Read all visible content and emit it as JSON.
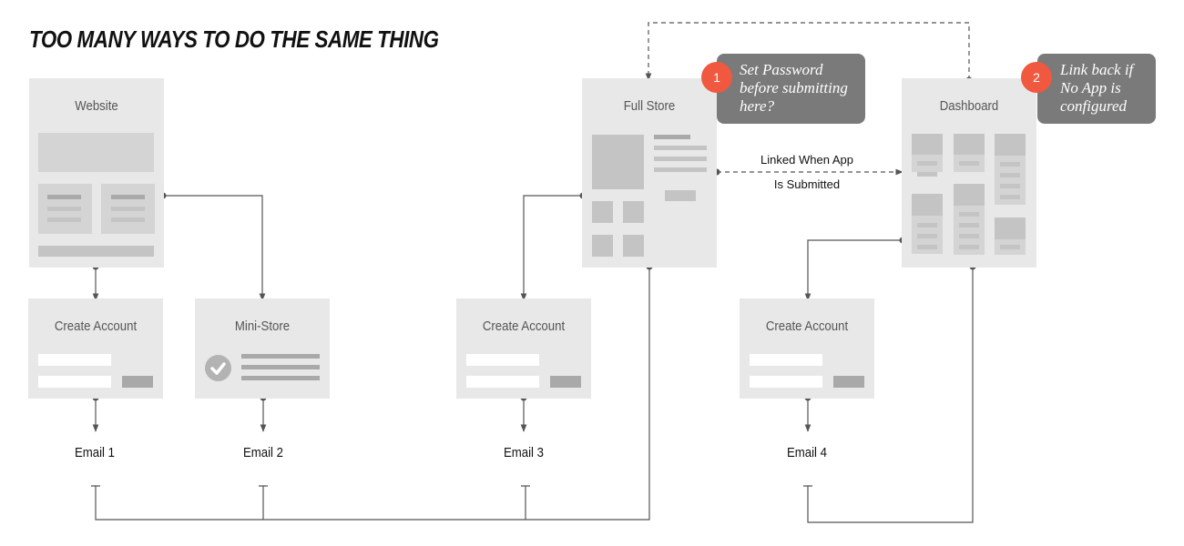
{
  "title": "TOO MANY WAYS TO DO THE SAME THING",
  "cards": {
    "website": "Website",
    "create_account_1": "Create Account",
    "mini_store": "Mini-Store",
    "full_store": "Full Store",
    "create_account_3": "Create Account",
    "dashboard": "Dashboard",
    "create_account_4": "Create Account"
  },
  "emails": [
    "Email 1",
    "Email 2",
    "Email 3",
    "Email 4"
  ],
  "connector_label": "Linked When App\nIs Submitted",
  "callouts": [
    {
      "number": "1",
      "text": "Set Password\nbefore submitting\nhere?"
    },
    {
      "number": "2",
      "text": "Link back if\nNo App is\nconfigured"
    }
  ],
  "colors": {
    "card_bg": "#e8e8e8",
    "badge": "#f0583f",
    "callout_bg": "#7a7a7a",
    "connector": "#555555"
  }
}
